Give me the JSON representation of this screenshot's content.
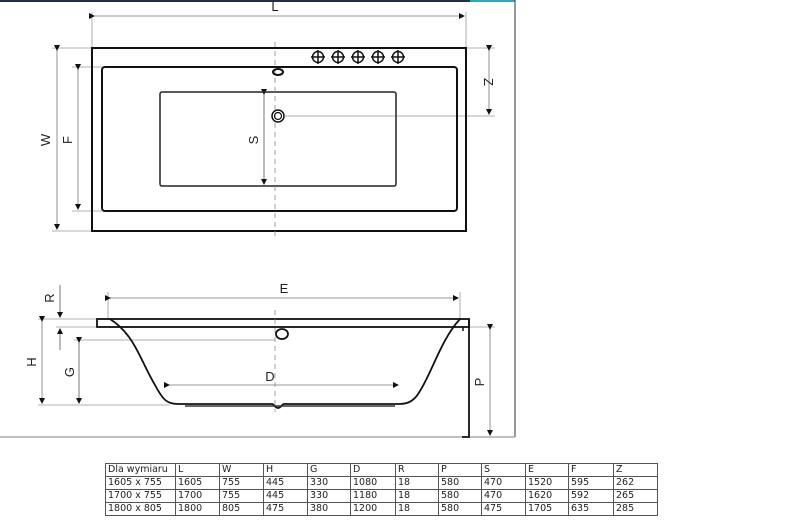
{
  "top_view": {
    "labels": {
      "L": "L",
      "W": "W",
      "F": "F",
      "S": "S",
      "Z": "Z"
    },
    "faucet_holes": 5
  },
  "side_view": {
    "labels": {
      "E": "E",
      "R": "R",
      "H": "H",
      "G": "G",
      "D": "D",
      "P": "P"
    }
  },
  "table": {
    "headers": [
      "Dla wymiaru",
      "L",
      "W",
      "H",
      "G",
      "D",
      "R",
      "P",
      "S",
      "E",
      "F",
      "Z"
    ],
    "rows": [
      [
        "1605 x 755",
        "1605",
        "755",
        "445",
        "330",
        "1080",
        "18",
        "580",
        "470",
        "1520",
        "595",
        "262"
      ],
      [
        "1700 x 755",
        "1700",
        "755",
        "445",
        "330",
        "1180",
        "18",
        "580",
        "470",
        "1620",
        "592",
        "265"
      ],
      [
        "1800 x 805",
        "1800",
        "805",
        "475",
        "380",
        "1200",
        "18",
        "580",
        "475",
        "1705",
        "635",
        "285"
      ]
    ]
  },
  "colors": {
    "line": "#1a1a1a",
    "dimension": "#888888",
    "header_bar": "#1f3048"
  }
}
